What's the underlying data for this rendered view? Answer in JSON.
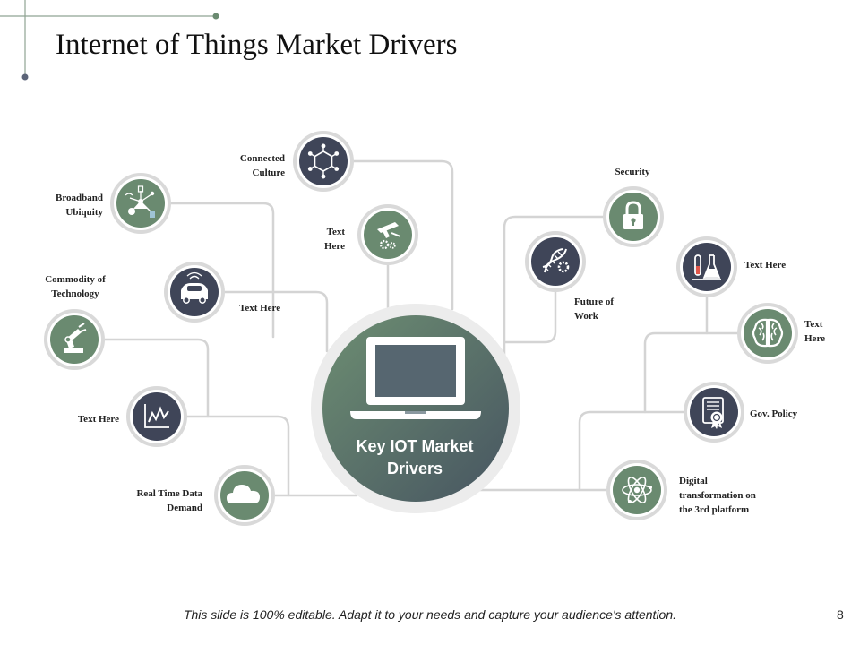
{
  "slide": {
    "title": "Internet of Things Market Drivers",
    "center_label": "Key IOT Market\nDrivers",
    "footer": "This slide is 100% editable. Adapt it to your needs and capture your audience's attention.",
    "page_number": "8"
  },
  "colors": {
    "dark_node": "#3f4558",
    "green_node": "#6a8a70",
    "ring": "#d9d9d9",
    "connector": "#d4d4d4",
    "center_gradient_start": "#6d8e72",
    "center_gradient_end": "#475561"
  },
  "drivers": [
    {
      "label": "Connected\nCulture",
      "icon": "network-icon",
      "style": "dark"
    },
    {
      "label": "Broadband\nUbiquity",
      "icon": "connected-devices-icon",
      "style": "green"
    },
    {
      "label": "Text\nHere",
      "icon": "robot-arm-gear-icon",
      "style": "green"
    },
    {
      "label": "Text Here",
      "icon": "smart-car-icon",
      "style": "dark"
    },
    {
      "label": "Commodity  of\nTechnology",
      "icon": "robotic-arm-icon",
      "style": "green"
    },
    {
      "label": "Text Here",
      "icon": "chart-icon",
      "style": "dark"
    },
    {
      "label": "Real Time Data\nDemand",
      "icon": "cloud-icon",
      "style": "green"
    },
    {
      "label": "Security",
      "icon": "padlock-icon",
      "style": "green"
    },
    {
      "label": "Future  of\nWork",
      "icon": "dna-gear-icon",
      "style": "dark"
    },
    {
      "label": "Text Here",
      "icon": "lab-flask-icon",
      "style": "dark"
    },
    {
      "label": "Text\nHere",
      "icon": "brain-icon",
      "style": "green"
    },
    {
      "label": "Gov.  Policy",
      "icon": "certificate-icon",
      "style": "dark"
    },
    {
      "label": "Digital\ntransformation  on\nthe 3rd platform",
      "icon": "atom-icon",
      "style": "green"
    }
  ]
}
